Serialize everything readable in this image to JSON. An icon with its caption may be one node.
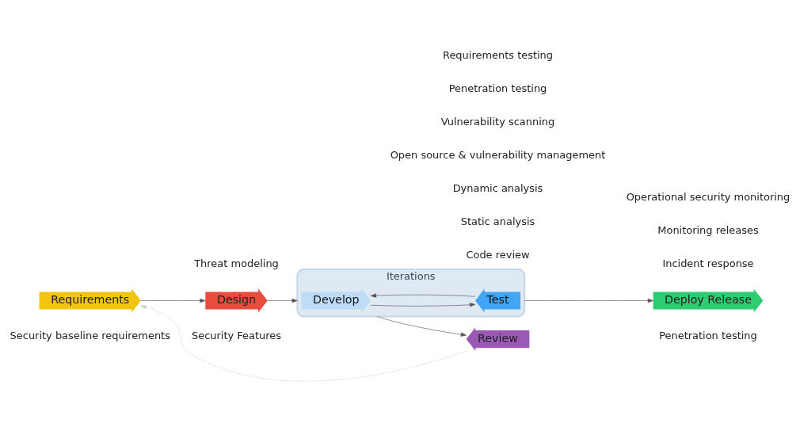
{
  "diagram": {
    "nodes": [
      {
        "text": [
          "Requirements"
        ]
      },
      {
        "text": [
          "Design"
        ]
      },
      {
        "text": [
          "Iterations"
        ]
      },
      {
        "text": [
          "Develop"
        ],
        "in": 2
      },
      {
        "text": [
          "Test"
        ],
        "in": 2
      },
      {
        "text": [
          "Review"
        ]
      },
      {
        "text": [
          "Deploy Release"
        ]
      }
    ],
    "edges": [
      {
        "from": 0,
        "to": 1,
        "arrow": "to"
      },
      {
        "from": 1,
        "to": 2,
        "arrow": "to"
      },
      {
        "from": 3,
        "to": 4,
        "arrow": "to"
      },
      {
        "from": 4,
        "to": 3,
        "arrow": "to"
      },
      {
        "from": 2,
        "to": 5,
        "arrow": "to"
      },
      {
        "from": 2,
        "to": 6,
        "arrow": "to"
      },
      {
        "from": 5,
        "to": 0,
        "arrow": "to",
        "style": "dashed",
        "color": "#d0d0d0"
      }
    ],
    "labels": [
      "Security baseline requirements",
      "Security Features",
      "Threat modeling",
      "Code review",
      "Static analysis",
      "Dynamic analysis",
      "Open source & vulnerability management",
      "Vulnerability scanning",
      "Penetration testing",
      "Requirements testing",
      "Penetration testing",
      "Incident response",
      "Monitoring releases",
      "Operational security monitoring"
    ]
  }
}
